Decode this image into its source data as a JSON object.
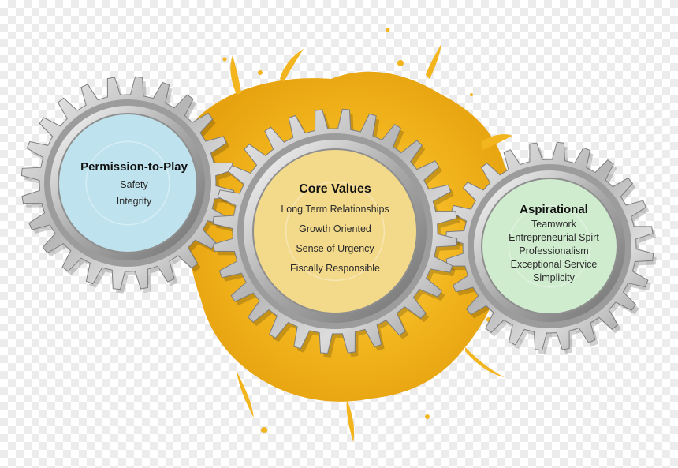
{
  "gears": [
    {
      "title": "Permission-to-Play",
      "items": [
        "Safety",
        "Integrity"
      ],
      "color": "#bfe3ee"
    },
    {
      "title": "Core Values",
      "items": [
        "Long Term Relationships",
        "Growth Oriented",
        "Sense of Urgency",
        "Fiscally Responsible"
      ],
      "color": "#f3d98a"
    },
    {
      "title": "Aspirational",
      "items": [
        "Teamwork",
        "Entrepreneurial Spirt",
        "Professionalism",
        "Exceptional Service",
        "Simplicity"
      ],
      "color": "#cfeccf"
    }
  ],
  "colors": {
    "splash": "#f2b51e",
    "metal": "#b9b9b9"
  }
}
